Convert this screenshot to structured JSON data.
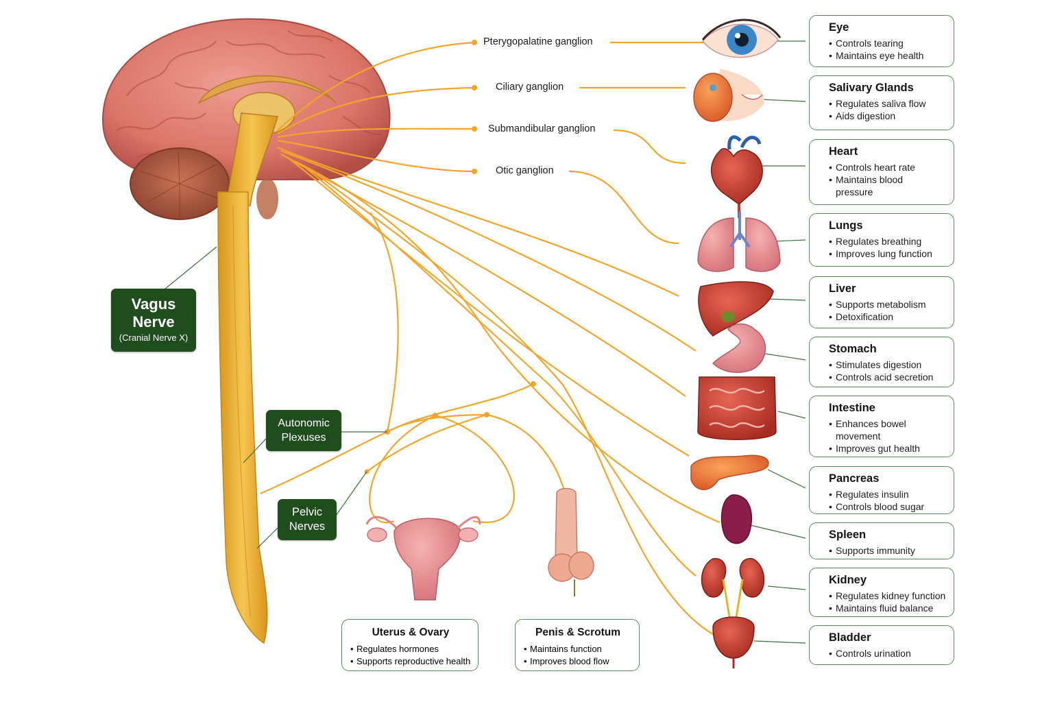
{
  "colors": {
    "nerve": "#f2a52a",
    "green_box": "#1f4d1d",
    "card_border": "#5a8a5a"
  },
  "vagus": {
    "title_line1": "Vagus",
    "title_line2": "Nerve",
    "subtitle": "(Cranial Nerve X)"
  },
  "plexuses": {
    "line1": "Autonomic",
    "line2": "Plexuses"
  },
  "pelvic": {
    "line1": "Pelvic",
    "line2": "Nerves"
  },
  "ganglia": [
    "Pterygopalatine ganglion",
    "Ciliary ganglion",
    "Submandibular ganglion",
    "Otic ganglion"
  ],
  "organs": [
    {
      "name": "Eye",
      "points": [
        "Controls tearing",
        "Maintains eye health"
      ]
    },
    {
      "name": "Salivary Glands",
      "points": [
        "Regulates saliva flow",
        "Aids digestion"
      ]
    },
    {
      "name": "Heart",
      "points": [
        "Controls heart rate",
        "Maintains blood pressure"
      ]
    },
    {
      "name": "Lungs",
      "points": [
        "Regulates breathing",
        "Improves lung function"
      ]
    },
    {
      "name": "Liver",
      "points": [
        "Supports metabolism",
        "Detoxification"
      ]
    },
    {
      "name": "Stomach",
      "points": [
        "Stimulates digestion",
        "Controls acid secretion"
      ]
    },
    {
      "name": "Intestine",
      "points": [
        "Enhances bowel movement",
        "Improves gut health"
      ]
    },
    {
      "name": "Pancreas",
      "points": [
        "Regulates insulin",
        "Controls blood sugar"
      ]
    },
    {
      "name": "Spleen",
      "points": [
        "Supports immunity"
      ]
    },
    {
      "name": "Kidney",
      "points": [
        "Regulates kidney function",
        "Maintains fluid balance"
      ]
    },
    {
      "name": "Bladder",
      "points": [
        "Controls urination"
      ]
    }
  ],
  "reproductive": [
    {
      "name": "Uterus & Ovary",
      "points": [
        "Regulates hormones",
        "Supports reproductive health"
      ]
    },
    {
      "name": "Penis & Scrotum",
      "points": [
        "Maintains function",
        "Improves blood flow"
      ]
    }
  ]
}
